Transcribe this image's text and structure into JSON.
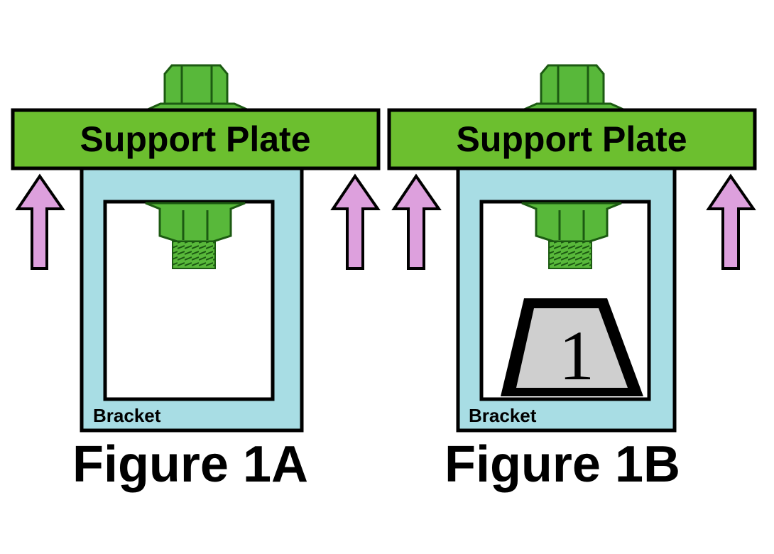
{
  "figures": [
    {
      "caption": "Figure 1A",
      "plate_label": "Support Plate",
      "bracket_label": "Bracket"
    },
    {
      "caption": "Figure 1B",
      "plate_label": "Support Plate",
      "bracket_label": "Bracket",
      "shim_label": "1"
    }
  ],
  "colors": {
    "plate": "#6cbf2f",
    "bolt": "#58b83a",
    "bracket": "#a8dde4",
    "arrow": "#dda0dd",
    "shim": "#cfcfcf",
    "outline": "#000000"
  }
}
